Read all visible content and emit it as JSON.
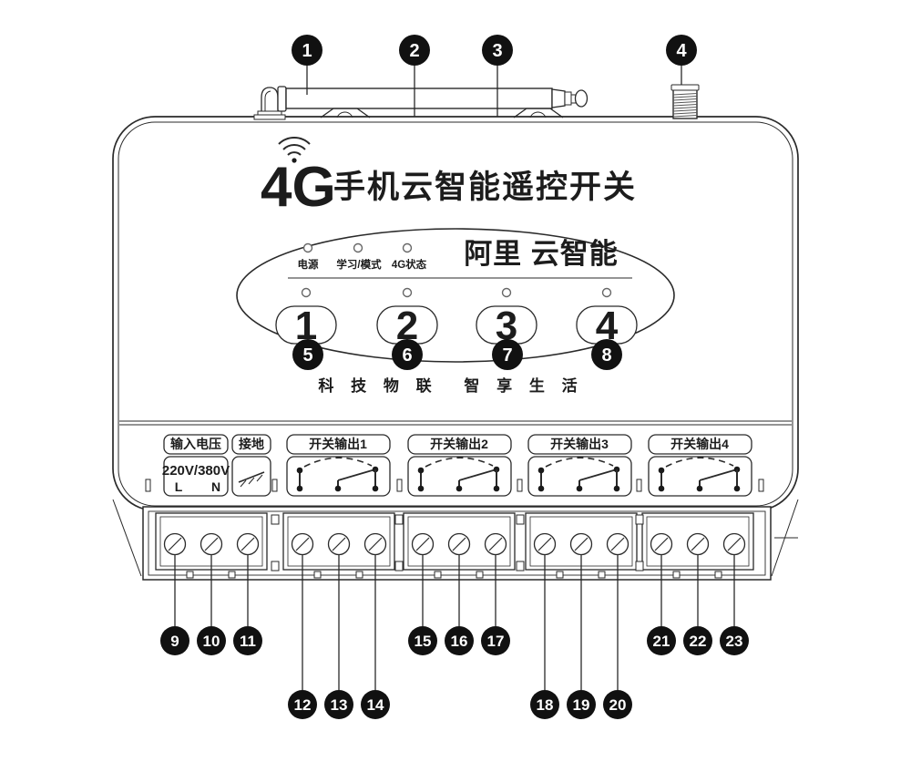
{
  "colors": {
    "line": "#2a2a2a",
    "callout_bg": "#111111",
    "callout_text": "#ffffff",
    "background": "#ffffff"
  },
  "device": {
    "title_4g": "4G",
    "title_rest": "手机云智能遥控开关",
    "icons": {
      "wifi": "wifi-signal-arcs",
      "ground": "chassis-ground-symbol",
      "relay": "relay-contact-symbol",
      "screw": "terminal-screw"
    },
    "panel": {
      "brand": "阿里 云智能",
      "status_leds": [
        "电源",
        "学习/模式",
        "4G状态"
      ],
      "channel_buttons": [
        "1",
        "2",
        "3",
        "4"
      ]
    },
    "slogan": {
      "left": "科 技 物 联",
      "right": "智 享 生 活"
    },
    "terminal_labels": {
      "input": {
        "title": "输入电压",
        "voltage": "220V/380V",
        "live": "L",
        "neutral": "N"
      },
      "ground": {
        "title": "接地"
      },
      "outputs": [
        {
          "title": "开关输出1"
        },
        {
          "title": "开关输出2"
        },
        {
          "title": "开关输出3"
        },
        {
          "title": "开关输出4"
        }
      ]
    }
  },
  "callouts": [
    "1",
    "2",
    "3",
    "4",
    "5",
    "6",
    "7",
    "8",
    "9",
    "10",
    "11",
    "12",
    "13",
    "14",
    "15",
    "16",
    "17",
    "18",
    "19",
    "20",
    "21",
    "22",
    "23"
  ]
}
